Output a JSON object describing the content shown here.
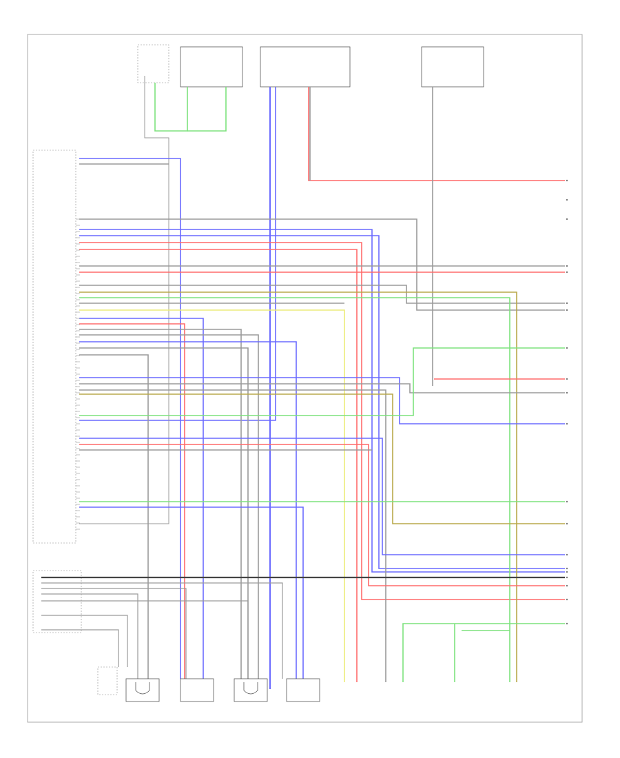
{
  "diagram": {
    "footer_code": "",
    "top_components": [
      {
        "id": "brake-switch",
        "label": ""
      },
      {
        "id": "hot-fuse-a",
        "label": ""
      },
      {
        "id": "hot-fuse-b",
        "label": ""
      },
      {
        "id": "hot-fuse-c",
        "label": ""
      },
      {
        "id": "junction-block",
        "label": ""
      }
    ],
    "left_module": {
      "label": ""
    },
    "left_module_lower": {
      "label": ""
    },
    "sensors_bottom": [
      {
        "id": "left-front-speed-sensor",
        "label": ""
      },
      {
        "id": "right-front-speed-sensor",
        "label": ""
      },
      {
        "id": "left-rear-speed-sensor",
        "label": ""
      },
      {
        "id": "right-rear-speed-sensor",
        "label": ""
      },
      {
        "id": "sensor-5",
        "label": ""
      },
      {
        "id": "sensor-6",
        "label": ""
      },
      {
        "id": "sensor-7",
        "label": ""
      },
      {
        "id": "sensor-8",
        "label": ""
      }
    ],
    "wire_colors": {
      "red": "#ff6a6a",
      "blue": "#6a6aff",
      "green": "#7de27d",
      "gray": "#9a9a9a",
      "dark": "#444444",
      "yellow": "#ecec7a",
      "olive": "#b8a84a"
    }
  }
}
